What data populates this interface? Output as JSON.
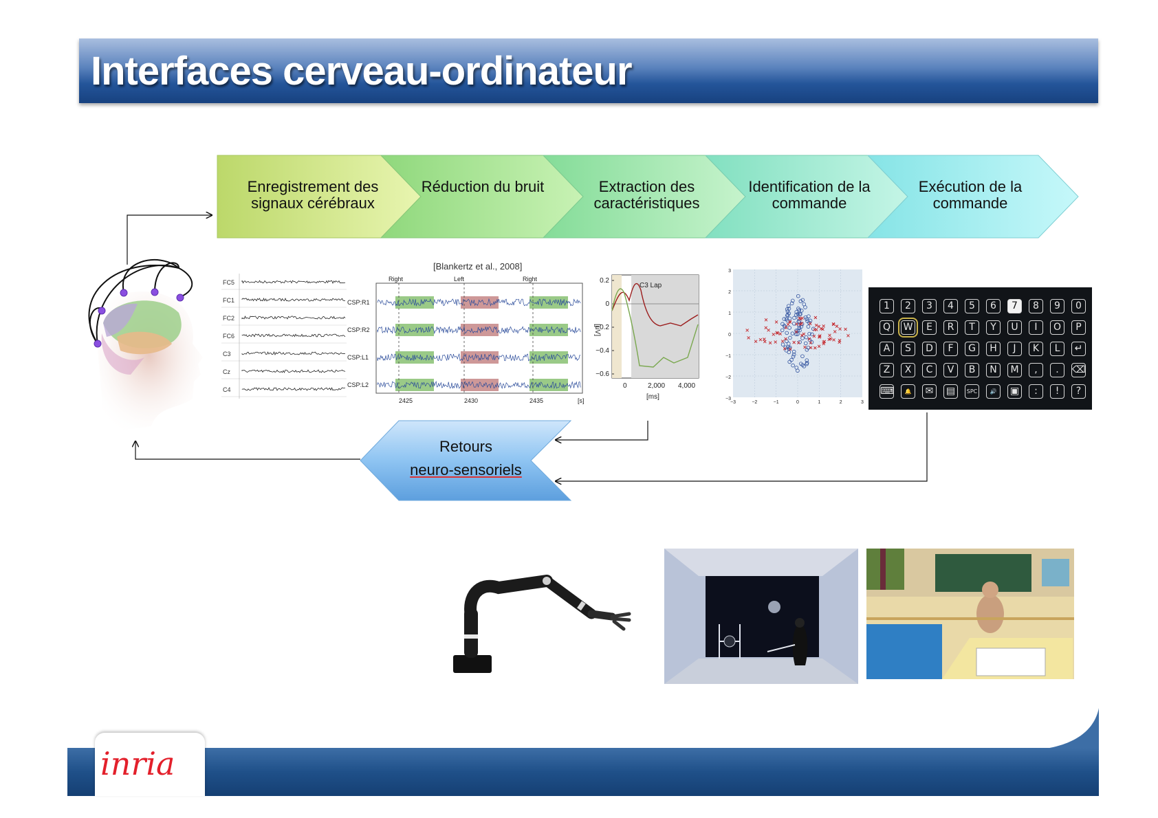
{
  "title": "Interfaces cerveau-ordinateur",
  "pipeline": {
    "steps": [
      {
        "label": "Enregistrement des signaux cérébraux",
        "color_start": "#c6e07a",
        "color_end": "#eaf6b8"
      },
      {
        "label": "Réduction du bruit",
        "color_start": "#9fe08e",
        "color_end": "#c8f3b7"
      },
      {
        "label": "Extraction des caractéristiques",
        "color_start": "#8fe0a6",
        "color_end": "#c6f4cf"
      },
      {
        "label": "Identification de la commande",
        "color_start": "#8fe4c6",
        "color_end": "#c6f6e8"
      },
      {
        "label": "Exécution de la commande",
        "color_start": "#8fe8ea",
        "color_end": "#c8f8fa"
      }
    ],
    "feedback_line1": "Retours",
    "feedback_line2": "neuro-sensoriels"
  },
  "reference": "[Blankertz et al., 2008]",
  "eeg_raw": {
    "channels": [
      "FC5",
      "FC1",
      "FC2",
      "FC6",
      "C3",
      "Cz",
      "C4"
    ]
  },
  "csp_plot": {
    "markers": [
      "Right",
      "Left",
      "Right"
    ],
    "rows": [
      "CSP:R1",
      "CSP:R2",
      "CSP:L1",
      "CSP:L2"
    ],
    "x_ticks": [
      "2425",
      "2430",
      "2435",
      "[s]"
    ]
  },
  "erd_plot": {
    "label": "C3 Lap",
    "y_unit": "[μV]",
    "y_ticks": [
      "0.2",
      "0",
      "−0.2",
      "−0.4",
      "−0.6"
    ],
    "x_ticks": [
      "0",
      "2,000",
      "4,000"
    ],
    "x_unit": "[ms]"
  },
  "scatter_plot": {
    "y_ticks": [
      "3",
      "2",
      "1",
      "0",
      "−1",
      "−2",
      "−3"
    ],
    "x_ticks": [
      "−3",
      "−2",
      "−1",
      "0",
      "1",
      "2",
      "3"
    ]
  },
  "keyboard": {
    "rows": [
      [
        "1",
        "2",
        "3",
        "4",
        "5",
        "6",
        "7",
        "8",
        "9",
        "0"
      ],
      [
        "Q",
        "W",
        "E",
        "R",
        "T",
        "Y",
        "U",
        "I",
        "O",
        "P"
      ],
      [
        "A",
        "S",
        "D",
        "F",
        "G",
        "H",
        "J",
        "K",
        "L",
        "↵"
      ],
      [
        "Z",
        "X",
        "C",
        "V",
        "B",
        "N",
        "M",
        ",",
        ".",
        "⌫"
      ],
      [
        "⌨",
        "🔔",
        "✉",
        "▤",
        "SPC",
        "🔊",
        "▣",
        ":",
        "!",
        "?"
      ]
    ],
    "selected": "7",
    "focused": "W"
  },
  "logo": "inria"
}
